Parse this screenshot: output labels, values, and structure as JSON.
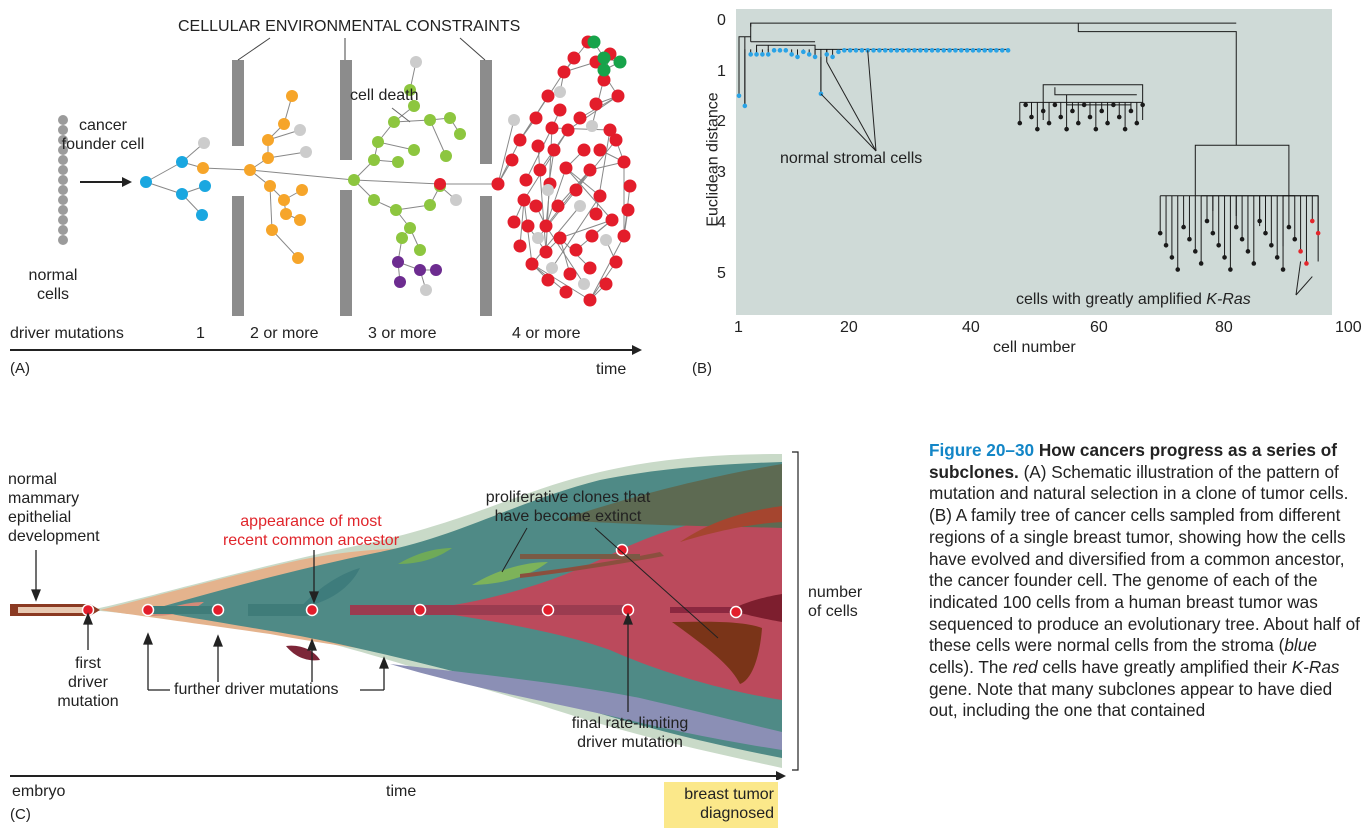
{
  "panel_a": {
    "letter": "(A)",
    "constraints_title": "CELLULAR ENVIRONMENTAL CONSTRAINTS",
    "cancer_founder_cell": [
      "cancer",
      "founder cell"
    ],
    "cell_death": "cell death",
    "normal_cells": [
      "normal",
      "cells"
    ],
    "driver_mutations_label": "driver mutations",
    "stage_counts": [
      "1",
      "2 or more",
      "3 or more",
      "4 or more"
    ],
    "time": "time",
    "colors": {
      "normal": "#9b9b9b",
      "blue": "#1aa7e0",
      "orange": "#f6a52a",
      "green": "#8dc63f",
      "purple": "#6d2c90",
      "red": "#e31d2b",
      "darkgreen": "#17a34a",
      "dead": "#cccccc",
      "wall": "#8c8c8c"
    }
  },
  "panel_b": {
    "letter": "(B)",
    "y_axis_label": "Euclidean distance",
    "x_axis_label": "cell number",
    "y_ticks": [
      "0",
      "1",
      "2",
      "3",
      "4",
      "5"
    ],
    "x_ticks": [
      "1",
      "20",
      "40",
      "60",
      "80",
      "100"
    ],
    "annotation_normal": "normal stromal cells",
    "annotation_kras_prefix": "cells with greatly amplified ",
    "annotation_kras_gene": "K-Ras",
    "colors": {
      "background": "#cfdad7",
      "stromal": "#2aa3e6",
      "tumor": "#1a1a1a",
      "kras": "#e3262b"
    }
  },
  "panel_c": {
    "letter": "(C)",
    "normal_development": [
      "normal",
      "mammary",
      "epithelial",
      "development"
    ],
    "common_ancestor": [
      "appearance of most",
      "recent common ancestor"
    ],
    "extinct_clones": [
      "proliferative clones that",
      "have become extinct"
    ],
    "number_of_cells": [
      "number",
      "of cells"
    ],
    "first_driver": [
      "first",
      "driver",
      "mutation"
    ],
    "further_driver": "further driver mutations",
    "final_driver": [
      "final rate-limiting",
      "driver mutation"
    ],
    "embryo": "embryo",
    "time": "time",
    "breast_tumor": [
      "breast tumor",
      "diagnosed"
    ]
  },
  "caption": {
    "figure_number": "Figure 20–30",
    "title": "How cancers progress as a series of subclones.",
    "text_1": "(A) Schematic illustration of the pattern of mutation and natural selection in a clone of tumor cells. (B) A family tree of cancer cells sampled from different regions of a single breast tumor, showing how the cells have evolved and diversified from a common ancestor, the cancer founder cell. The genome of each of the indicated 100 cells from a human breast tumor was sequenced to produce an evolutionary tree. About half of these cells were normal cells from the stroma (",
    "blue_word": "blue",
    "text_2": " cells). The ",
    "red_word": "red",
    "text_3": " cells have greatly amplified their ",
    "kras_gene": "K-Ras",
    "text_4": " gene. Note that many subclones appear to have died out, including the one that contained"
  }
}
